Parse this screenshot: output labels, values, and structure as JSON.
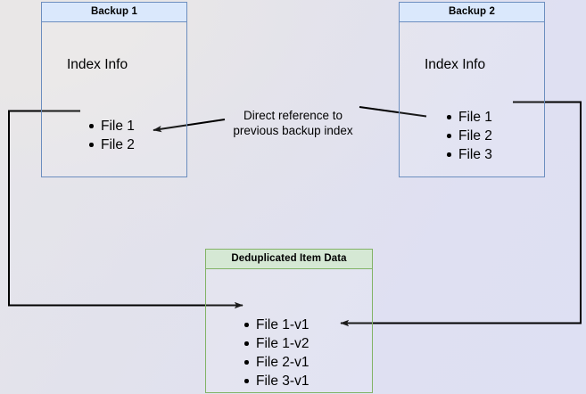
{
  "diagram": {
    "title_note": "Direct reference to\nprevious backup index",
    "colors": {
      "blue_border": "#6c8ebf",
      "blue_fill": "#dae8fc",
      "green_border": "#82b366",
      "green_fill": "#d5e8d4",
      "connector": "#000000",
      "background_left": "#e8e6e6",
      "background_right": "#dfe0f2"
    },
    "boxes": [
      {
        "id": "backup1",
        "header": "Backup 1",
        "body_label": "Index Info",
        "items": [
          "File 1",
          "File 2"
        ]
      },
      {
        "id": "backup2",
        "header": "Backup 2",
        "body_label": "Index Info",
        "items": [
          "File 1",
          "File 2",
          "File 3"
        ]
      },
      {
        "id": "dedup",
        "header": "Deduplicated Item Data",
        "items": [
          "File 1-v1",
          "File 1-v2",
          "File 2-v1",
          "File 3-v1"
        ]
      }
    ],
    "connectors": [
      {
        "id": "backup2-to-backup1-index",
        "label": "Direct reference to previous backup index",
        "from": "Backup 2 index",
        "to": "Backup 1 File 2"
      },
      {
        "id": "backup1-to-dedup",
        "from": "Backup 1 File 1",
        "to": "Deduplicated Item Data File 1-v1"
      },
      {
        "id": "backup2-to-dedup",
        "from": "Backup 2 File 1",
        "to": "Deduplicated Item Data File 1-v2"
      }
    ]
  }
}
